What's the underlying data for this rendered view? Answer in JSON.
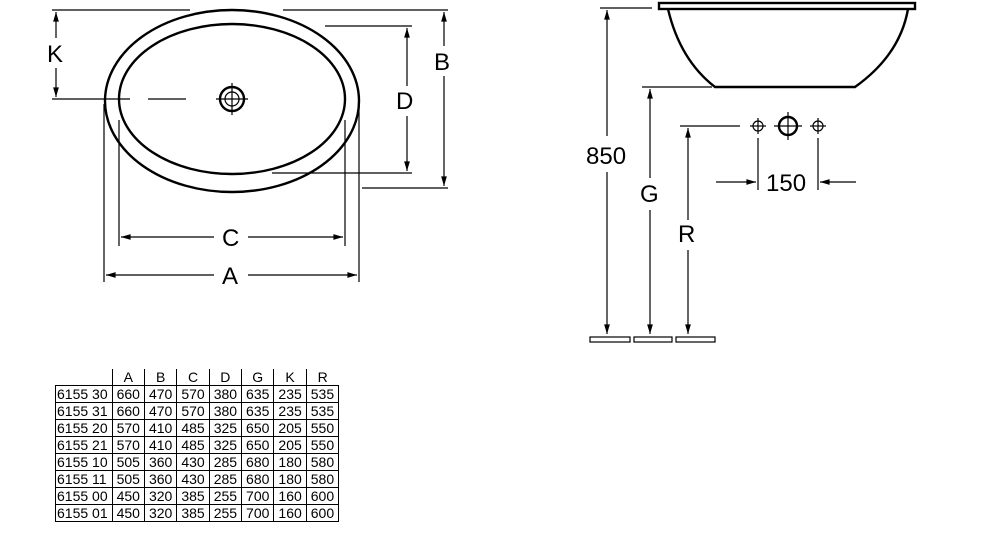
{
  "plan_view": {
    "labels": {
      "A": "A",
      "B": "B",
      "C": "C",
      "D": "D",
      "K": "K"
    }
  },
  "side_view": {
    "labels": {
      "height": "850",
      "G": "G",
      "R": "R",
      "spacing": "150"
    }
  },
  "table": {
    "headers": [
      "",
      "A",
      "B",
      "C",
      "D",
      "G",
      "K",
      "R"
    ],
    "rows": [
      [
        "6155 30",
        "660",
        "470",
        "570",
        "380",
        "635",
        "235",
        "535"
      ],
      [
        "6155 31",
        "660",
        "470",
        "570",
        "380",
        "635",
        "235",
        "535"
      ],
      [
        "6155 20",
        "570",
        "410",
        "485",
        "325",
        "650",
        "205",
        "550"
      ],
      [
        "6155 21",
        "570",
        "410",
        "485",
        "325",
        "650",
        "205",
        "550"
      ],
      [
        "6155 10",
        "505",
        "360",
        "430",
        "285",
        "680",
        "180",
        "580"
      ],
      [
        "6155 11",
        "505",
        "360",
        "430",
        "285",
        "680",
        "180",
        "580"
      ],
      [
        "6155 00",
        "450",
        "320",
        "385",
        "255",
        "700",
        "160",
        "600"
      ],
      [
        "6155 01",
        "450",
        "320",
        "385",
        "255",
        "700",
        "160",
        "600"
      ]
    ]
  }
}
